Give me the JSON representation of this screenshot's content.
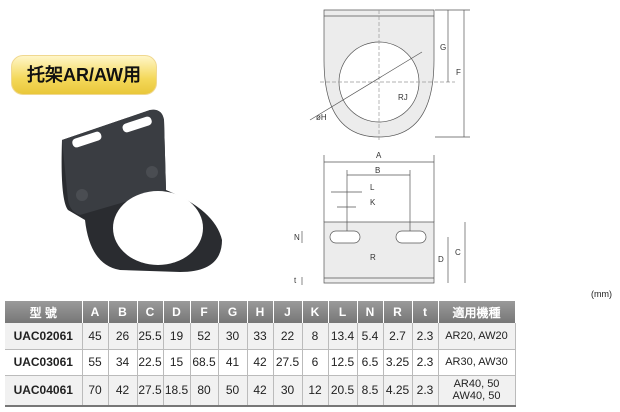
{
  "badge": "托架AR/AW用",
  "unit": "(mm)",
  "dim_labels": {
    "G": "G",
    "F": "F",
    "H": "øH",
    "RJ": "RJ",
    "A": "A",
    "B": "B",
    "L": "L",
    "K": "K",
    "N": "N",
    "R": "R",
    "D": "D",
    "C": "C",
    "t": "t"
  },
  "table": {
    "headers": [
      "型 號",
      "A",
      "B",
      "C",
      "D",
      "F",
      "G",
      "H",
      "J",
      "K",
      "L",
      "N",
      "R",
      "t",
      "適用機種"
    ],
    "rows": [
      [
        "UAC02061",
        "45",
        "26",
        "25.5",
        "19",
        "52",
        "30",
        "33",
        "22",
        "8",
        "13.4",
        "5.4",
        "2.7",
        "2.3",
        "AR20, AW20"
      ],
      [
        "UAC03061",
        "55",
        "34",
        "22.5",
        "15",
        "68.5",
        "41",
        "42",
        "27.5",
        "6",
        "12.5",
        "6.5",
        "3.25",
        "2.3",
        "AR30, AW30"
      ],
      [
        "UAC04061",
        "70",
        "42",
        "27.5",
        "18.5",
        "80",
        "50",
        "42",
        "30",
        "12",
        "20.5",
        "8.5",
        "4.25",
        "2.3",
        "AR40, 50 AW40, 50"
      ]
    ]
  }
}
